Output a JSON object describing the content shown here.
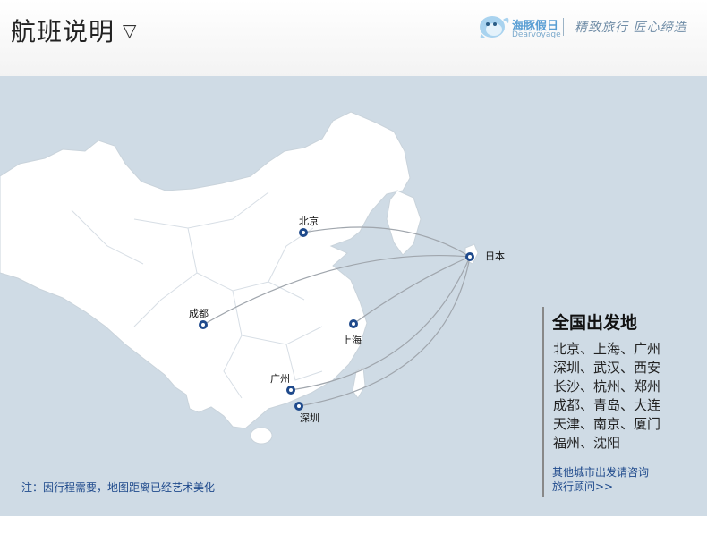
{
  "header": {
    "title": "航班说明",
    "caret": "▽",
    "brand_name": "海豚假日",
    "brand_sub": "Dearvoyage",
    "slogan": "精致旅行 匠心缔造"
  },
  "map": {
    "cities": [
      {
        "id": "beijing",
        "label": "北京"
      },
      {
        "id": "chengdu",
        "label": "成都"
      },
      {
        "id": "shanghai",
        "label": "上海"
      },
      {
        "id": "guangzhou",
        "label": "广州"
      },
      {
        "id": "shenzhen",
        "label": "深圳"
      },
      {
        "id": "japan",
        "label": "日本"
      }
    ]
  },
  "note": "注：因行程需要，地图距离已经艺术美化",
  "panel": {
    "title": "全国出发地",
    "city_lines": [
      "北京、上海、广州",
      "深圳、武汉、西安",
      "长沙、杭州、郑州",
      "成都、青岛、大连",
      "天津、南京、厦门",
      "福州、沈阳"
    ],
    "link_lines": [
      "其他城市出发请咨询",
      "旅行顾问>>"
    ]
  },
  "colors": {
    "sea": "#cfdbe5",
    "land": "#ffffff",
    "marker": "#1f4a8c",
    "accent_text": "#1f4a8c"
  }
}
